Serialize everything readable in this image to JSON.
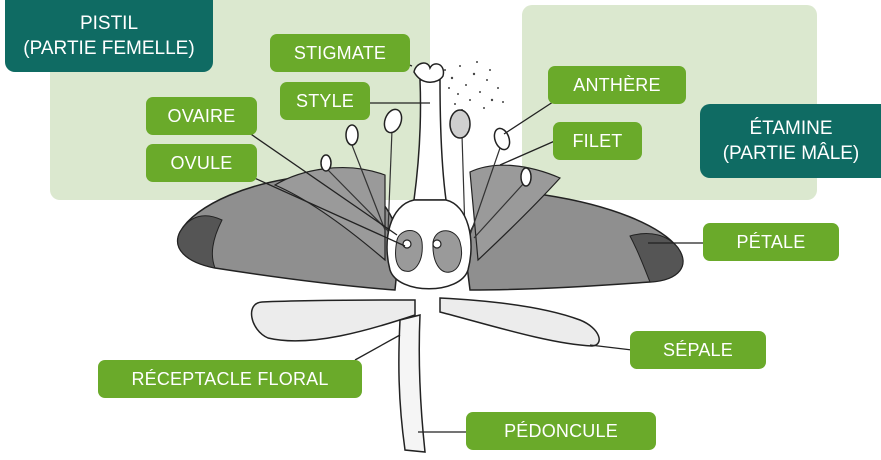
{
  "pistil": {
    "line1": "PISTIL",
    "line2": "(PARTIE FEMELLE)"
  },
  "etamine": {
    "line1": "ÉTAMINE",
    "line2": "(PARTIE MÂLE)"
  },
  "labels": {
    "stigmate": "STIGMATE",
    "style": "STYLE",
    "ovaire": "OVAIRE",
    "ovule": "OVULE",
    "anthere": "ANTHÈRE",
    "filet": "FILET",
    "petale": "PÉTALE",
    "sepale": "SÉPALE",
    "receptacle": "RÉCEPTACLE FLORAL",
    "pedoncule": "PÉDONCULE"
  },
  "colors": {
    "panel": "#dbe8cf",
    "title_box": "#0f6b63",
    "label": "#6aaa2a",
    "petal": "#8f8f8f",
    "petal_dark": "#555555"
  }
}
